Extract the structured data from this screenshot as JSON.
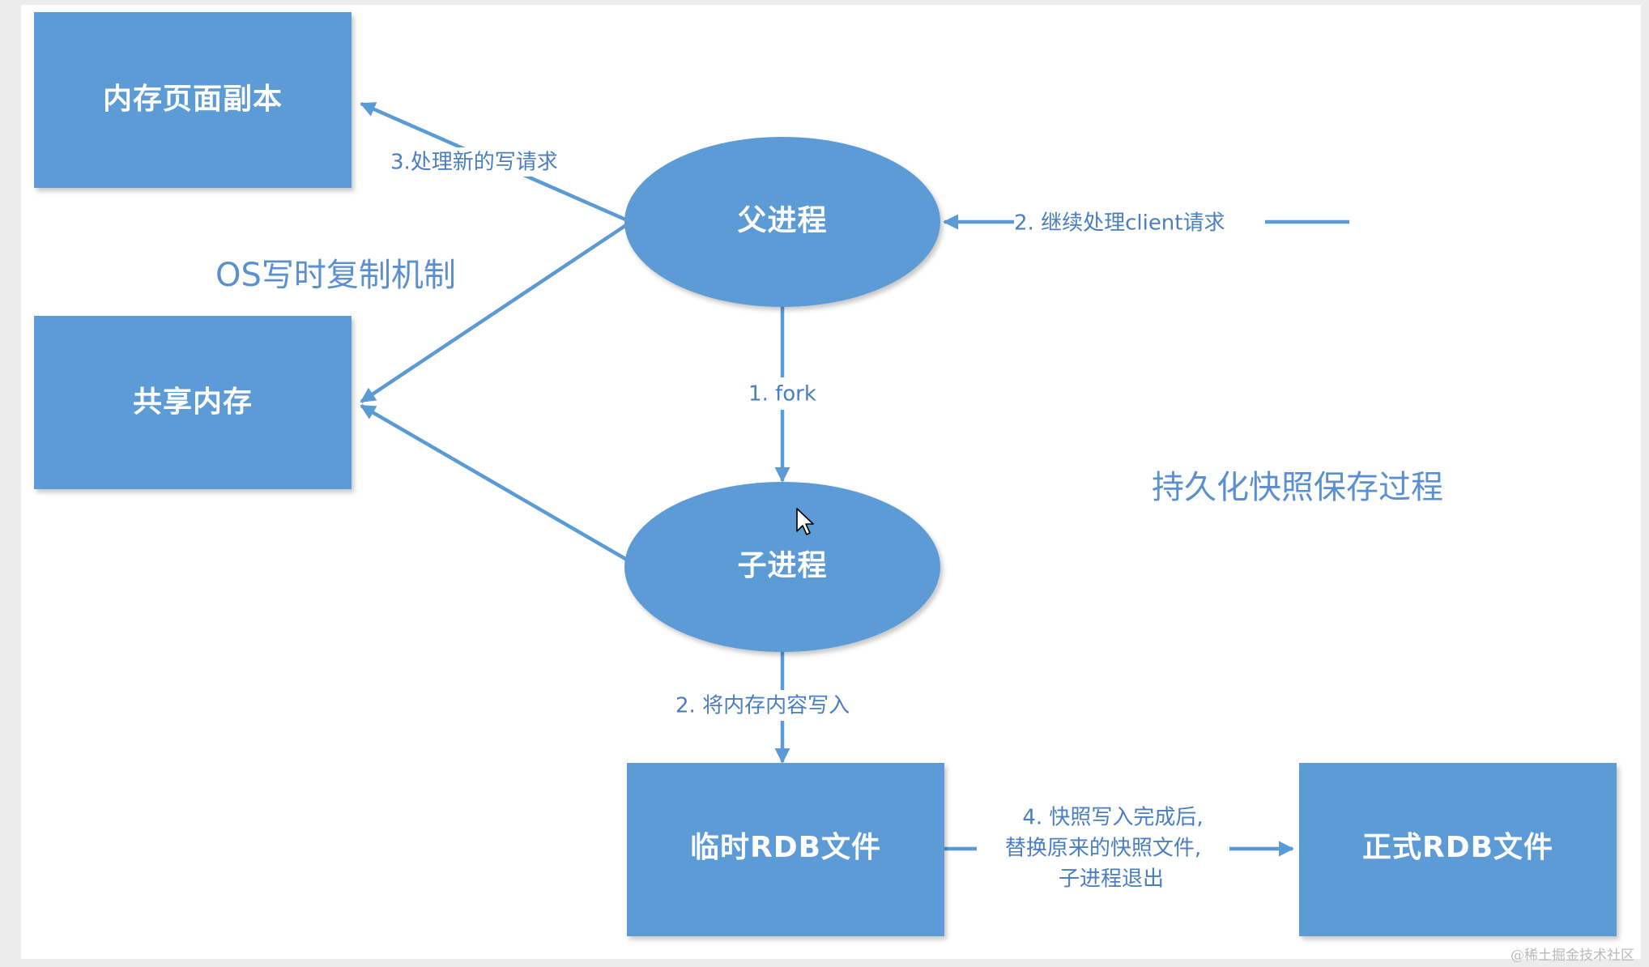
{
  "colors": {
    "node_fill": "#5b9bd5",
    "edge": "#5b9bd5",
    "edge_label": "#4a7ec0",
    "title": "#5a8fd0"
  },
  "nodes": {
    "memory_page_copy": "内存页面副本",
    "shared_memory": "共享内存",
    "parent_process": "父进程",
    "child_process": "子进程",
    "temp_rdb": "临时RDB文件",
    "final_rdb": "正式RDB文件"
  },
  "edges": {
    "fork": "1. fork",
    "continue_client": "2. 继续处理client请求",
    "write_memory": "2. 将内存内容写入",
    "new_write": "3.处理新的写请求",
    "replace_lines": [
      "4. 快照写入完成后,",
      "替换原来的快照文件,",
      "子进程退出"
    ]
  },
  "labels": {
    "os_cow": "OS写时复制机制",
    "title": "持久化快照保存过程"
  },
  "watermark": "@稀土掘金技术社区",
  "cursor": "mouse-pointer-icon"
}
